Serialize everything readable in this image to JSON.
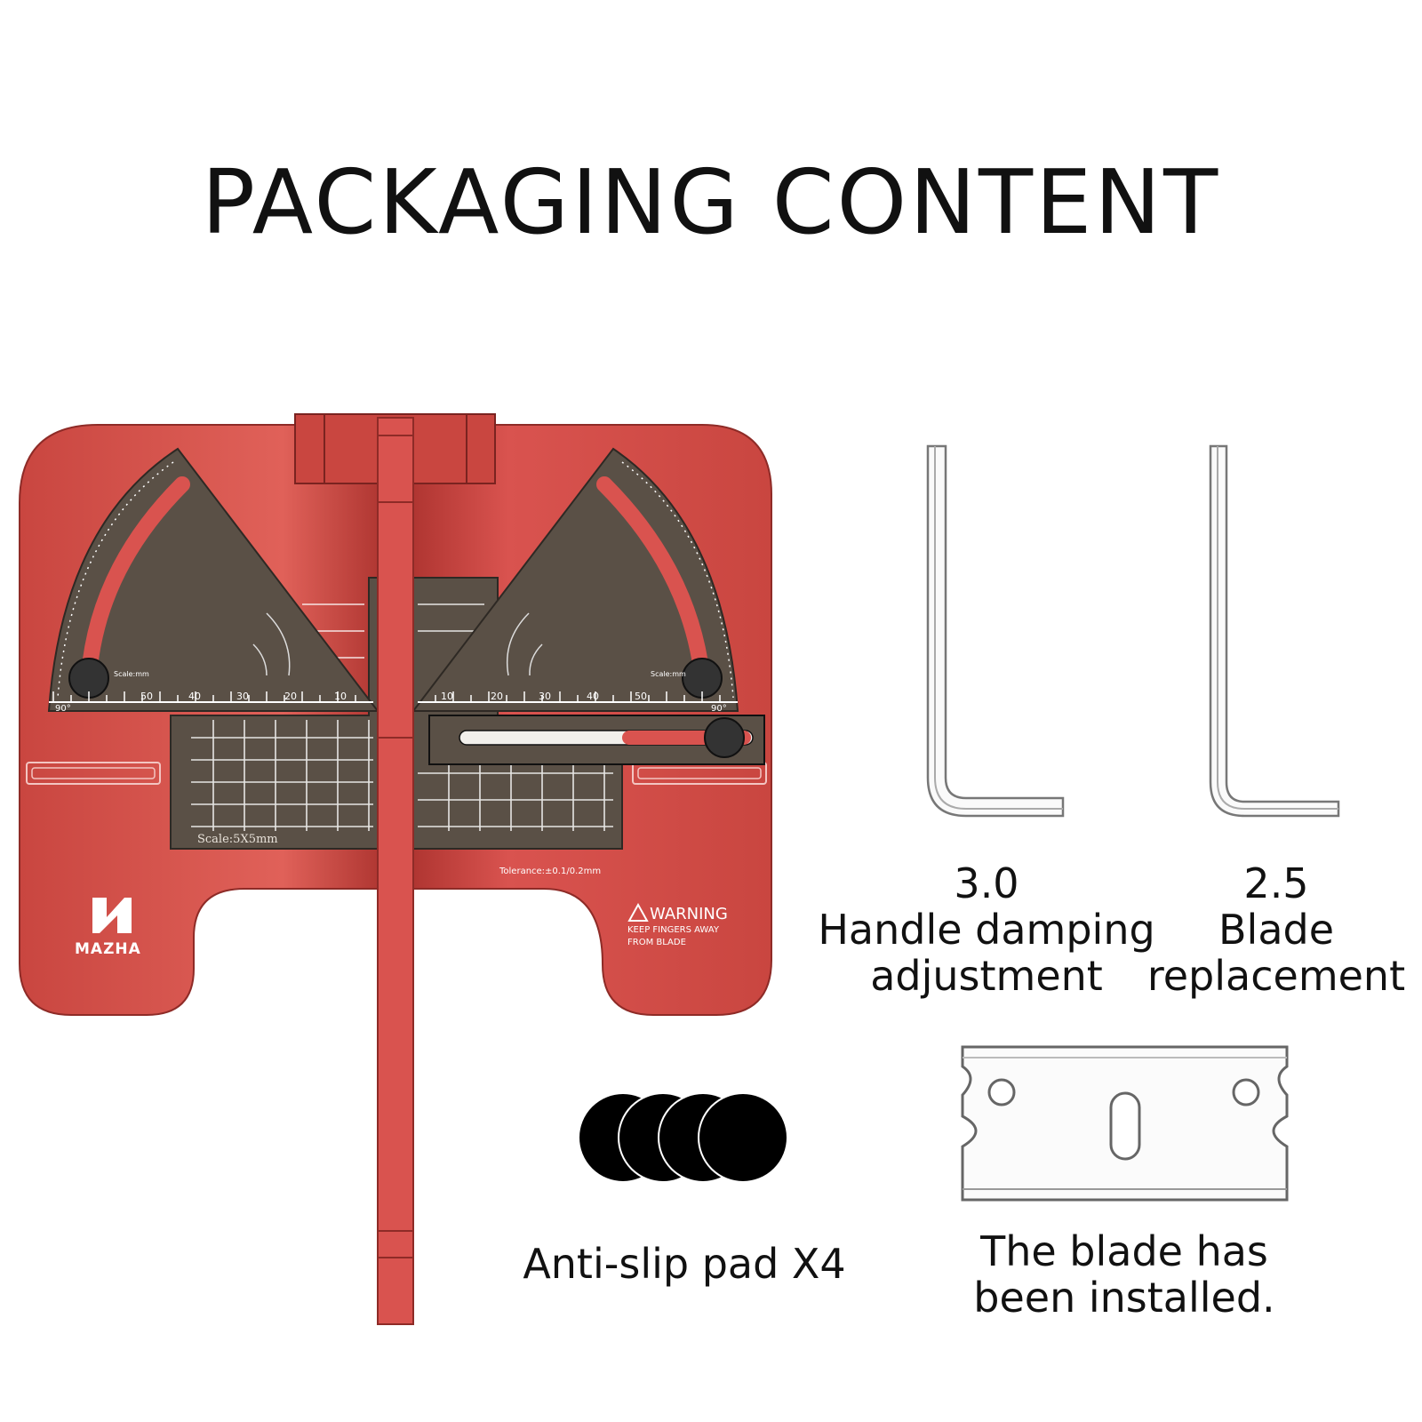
{
  "title": "PACKAGING CONTENT",
  "device": {
    "brand": "MAZHA",
    "warning_title": "WARNING",
    "warning_line1": "KEEP FINGERS AWAY",
    "warning_line2": "FROM BLADE",
    "tolerance": "Tolerance:±0.1/0.2mm",
    "grid_scale": "Scale:5X5mm",
    "scale_label": "Scale:mm",
    "left_scale_numbers": [
      "50",
      "40",
      "30",
      "20",
      "10"
    ],
    "right_scale_numbers": [
      "10",
      "20",
      "30",
      "40",
      "50"
    ],
    "end_degree": "90°",
    "colors": {
      "body": "#d9534f",
      "slide": "#5a5046",
      "knob": "#333333"
    }
  },
  "items": [
    {
      "size": "3.0",
      "line1": "Handle damping",
      "line2": "adjustment"
    },
    {
      "size": "2.5",
      "line1": "Blade",
      "line2": "replacement"
    }
  ],
  "pads_caption": "Anti-slip pad X4",
  "blade_caption": {
    "line1": "The blade has",
    "line2": "been installed."
  }
}
